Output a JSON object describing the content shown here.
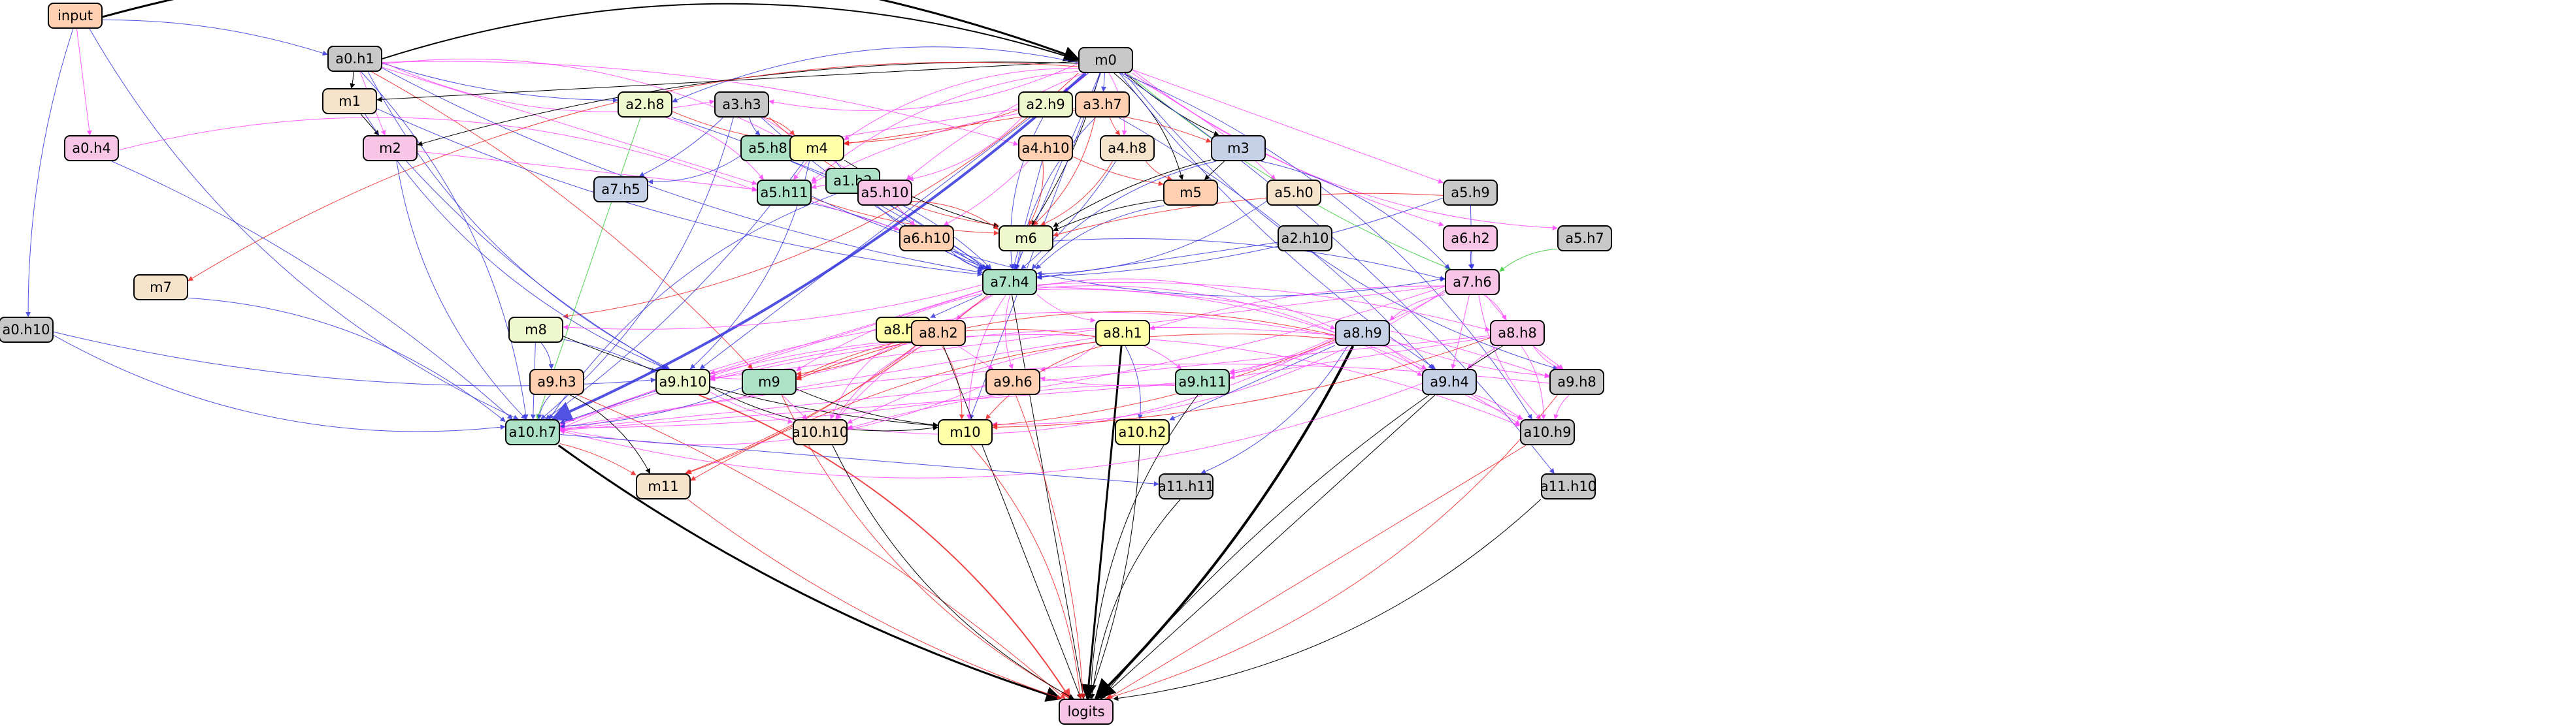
{
  "colors": {
    "orange": "#ffd1b2",
    "gray": "#c8c8c8",
    "pink": "#f7c6e6",
    "cream": "#f5e3cc",
    "yellow": "#ffffaa",
    "lightgreen": "#eef8cc",
    "green": "#ade2c6",
    "blue": "#c6d0e6",
    "edge_blue": "#3333dd",
    "edge_pink": "#ff44ff",
    "edge_red": "#ee2222",
    "edge_green": "#33cc33",
    "edge_black": "#000000"
  },
  "nodes": [
    {
      "id": "input",
      "label": "input",
      "color": "orange"
    },
    {
      "id": "a0h1",
      "label": "a0.h1",
      "color": "gray"
    },
    {
      "id": "m0",
      "label": "m0",
      "color": "gray"
    },
    {
      "id": "a0h4",
      "label": "a0.h4",
      "color": "pink"
    },
    {
      "id": "m1",
      "label": "m1",
      "color": "cream"
    },
    {
      "id": "a2h8",
      "label": "a2.h8",
      "color": "lightgreen"
    },
    {
      "id": "a3h3",
      "label": "a3.h3",
      "color": "gray"
    },
    {
      "id": "a2h9",
      "label": "a2.h9",
      "color": "lightgreen"
    },
    {
      "id": "a3h7",
      "label": "a3.h7",
      "color": "orange"
    },
    {
      "id": "m2",
      "label": "m2",
      "color": "pink"
    },
    {
      "id": "a5h8",
      "label": "a5.h8",
      "color": "green"
    },
    {
      "id": "m4",
      "label": "m4",
      "color": "yellow"
    },
    {
      "id": "a1h2",
      "label": "a1.h2",
      "color": "green"
    },
    {
      "id": "a4h10",
      "label": "a4.h10",
      "color": "orange"
    },
    {
      "id": "a4h8",
      "label": "a4.h8",
      "color": "cream"
    },
    {
      "id": "m3",
      "label": "m3",
      "color": "blue"
    },
    {
      "id": "a7h5",
      "label": "a7.h5",
      "color": "blue"
    },
    {
      "id": "a5h11",
      "label": "a5.h11",
      "color": "green"
    },
    {
      "id": "a5h10",
      "label": "a5.h10",
      "color": "pink"
    },
    {
      "id": "m5",
      "label": "m5",
      "color": "orange"
    },
    {
      "id": "a5h0",
      "label": "a5.h0",
      "color": "cream"
    },
    {
      "id": "a5h9",
      "label": "a5.h9",
      "color": "gray"
    },
    {
      "id": "a6h10",
      "label": "a6.h10",
      "color": "orange"
    },
    {
      "id": "m6",
      "label": "m6",
      "color": "lightgreen"
    },
    {
      "id": "a2h10",
      "label": "a2.h10",
      "color": "gray"
    },
    {
      "id": "a6h2",
      "label": "a6.h2",
      "color": "pink"
    },
    {
      "id": "a5h7",
      "label": "a5.h7",
      "color": "gray"
    },
    {
      "id": "m7",
      "label": "m7",
      "color": "cream"
    },
    {
      "id": "a7h4",
      "label": "a7.h4",
      "color": "green"
    },
    {
      "id": "a7h6",
      "label": "a7.h6",
      "color": "pink"
    },
    {
      "id": "a0h10",
      "label": "a0.h10",
      "color": "gray"
    },
    {
      "id": "m8",
      "label": "m8",
      "color": "lightgreen"
    },
    {
      "id": "a8h3",
      "label": "a8.h3",
      "color": "yellow"
    },
    {
      "id": "a8h2",
      "label": "a8.h2",
      "color": "orange"
    },
    {
      "id": "a8h1",
      "label": "a8.h1",
      "color": "yellow"
    },
    {
      "id": "a8h9",
      "label": "a8.h9",
      "color": "blue"
    },
    {
      "id": "a8h8",
      "label": "a8.h8",
      "color": "pink"
    },
    {
      "id": "a9h3",
      "label": "a9.h3",
      "color": "orange"
    },
    {
      "id": "a9h10",
      "label": "a9.h10",
      "color": "lightgreen"
    },
    {
      "id": "m9",
      "label": "m9",
      "color": "green"
    },
    {
      "id": "a9h6",
      "label": "a9.h6",
      "color": "orange"
    },
    {
      "id": "a9h11",
      "label": "a9.h11",
      "color": "green"
    },
    {
      "id": "a9h4",
      "label": "a9.h4",
      "color": "blue"
    },
    {
      "id": "a9h8",
      "label": "a9.h8",
      "color": "gray"
    },
    {
      "id": "a10h7",
      "label": "a10.h7",
      "color": "green"
    },
    {
      "id": "a10h10",
      "label": "a10.h10",
      "color": "cream"
    },
    {
      "id": "m10",
      "label": "m10",
      "color": "yellow"
    },
    {
      "id": "a10h2",
      "label": "a10.h2",
      "color": "yellow"
    },
    {
      "id": "a10h9",
      "label": "a10.h9",
      "color": "gray"
    },
    {
      "id": "m11",
      "label": "m11",
      "color": "cream"
    },
    {
      "id": "a11h11",
      "label": "a11.h11",
      "color": "gray"
    },
    {
      "id": "a11h10",
      "label": "a11.h10",
      "color": "gray"
    },
    {
      "id": "logits",
      "label": "logits",
      "color": "pink"
    }
  ],
  "edges": [
    [
      "input",
      "m0",
      "edge_black",
      3
    ],
    [
      "input",
      "a0h1",
      "edge_blue",
      1
    ],
    [
      "input",
      "a0h4",
      "edge_pink",
      1
    ],
    [
      "input",
      "a0h10",
      "edge_blue",
      1
    ],
    [
      "input",
      "a10h7",
      "edge_blue",
      1
    ],
    [
      "a0h1",
      "m0",
      "edge_black",
      2
    ],
    [
      "a0h1",
      "m1",
      "edge_black",
      1
    ],
    [
      "a0h1",
      "m2",
      "edge_pink",
      1
    ],
    [
      "a0h1",
      "a2h8",
      "edge_blue",
      1
    ],
    [
      "a0h1",
      "a3h3",
      "edge_pink",
      1
    ],
    [
      "a0h1",
      "m4",
      "edge_pink",
      1
    ],
    [
      "a0h1",
      "a4h10",
      "edge_pink",
      1
    ],
    [
      "a0h1",
      "a5h11",
      "edge_pink",
      1
    ],
    [
      "a0h1",
      "a7h4",
      "edge_blue",
      1
    ],
    [
      "a0h1",
      "a9h10",
      "edge_blue",
      1
    ],
    [
      "a0h1",
      "a10h7",
      "edge_blue",
      1
    ],
    [
      "a0h1",
      "m9",
      "edge_red",
      1
    ],
    [
      "m0",
      "m1",
      "edge_black",
      1
    ],
    [
      "m0",
      "m2",
      "edge_black",
      1
    ],
    [
      "m0",
      "a2h8",
      "edge_blue",
      1
    ],
    [
      "m0",
      "a3h3",
      "edge_pink",
      1
    ],
    [
      "m0",
      "a2h9",
      "edge_pink",
      1
    ],
    [
      "m0",
      "a3h7",
      "edge_blue",
      1
    ],
    [
      "m0",
      "m3",
      "edge_black",
      1
    ],
    [
      "m0",
      "m4",
      "edge_pink",
      1
    ],
    [
      "m0",
      "a4h8",
      "edge_pink",
      1
    ],
    [
      "m0",
      "a5h0",
      "edge_pink",
      1
    ],
    [
      "m0",
      "a5h9",
      "edge_pink",
      1
    ],
    [
      "m0",
      "a6h2",
      "edge_pink",
      1
    ],
    [
      "m0",
      "a5h7",
      "edge_pink",
      1
    ],
    [
      "m0",
      "m5",
      "edge_black",
      1
    ],
    [
      "m0",
      "m6",
      "edge_black",
      1
    ],
    [
      "m0",
      "a7h4",
      "edge_blue",
      1
    ],
    [
      "m0",
      "a7h6",
      "edge_green",
      1
    ],
    [
      "m0",
      "m7",
      "edge_red",
      1
    ],
    [
      "m0",
      "m8",
      "edge_red",
      1
    ],
    [
      "m0",
      "a10h7",
      "edge_blue",
      4
    ],
    [
      "m0",
      "a9h10",
      "edge_blue",
      1
    ],
    [
      "m0",
      "a9h4",
      "edge_blue",
      1
    ],
    [
      "m0",
      "a9h8",
      "edge_blue",
      1
    ],
    [
      "m0",
      "a10h9",
      "edge_blue",
      1
    ],
    [
      "m0",
      "a11h10",
      "edge_blue",
      1
    ],
    [
      "m0",
      "m10",
      "edge_blue",
      1
    ],
    [
      "m0",
      "a5h10",
      "edge_pink",
      1
    ],
    [
      "m0",
      "a5h11",
      "edge_pink",
      1
    ],
    [
      "a0h4",
      "a5h11",
      "edge_pink",
      1
    ],
    [
      "a0h4",
      "a10h7",
      "edge_blue",
      1
    ],
    [
      "m1",
      "m2",
      "edge_black",
      1
    ],
    [
      "m1",
      "a7h4",
      "edge_blue",
      1
    ],
    [
      "m1",
      "a9h10",
      "edge_blue",
      1
    ],
    [
      "a2h8",
      "a5h11",
      "edge_pink",
      1
    ],
    [
      "a2h8",
      "a7h4",
      "edge_blue",
      1
    ],
    [
      "a2h8",
      "a10h7",
      "edge_green",
      1
    ],
    [
      "a2h8",
      "m4",
      "edge_red",
      1
    ],
    [
      "a3h3",
      "a5h8",
      "edge_blue",
      1
    ],
    [
      "a3h3",
      "m4",
      "edge_red",
      1
    ],
    [
      "a3h3",
      "a7h5",
      "edge_blue",
      1
    ],
    [
      "a3h3",
      "a5h10",
      "edge_pink",
      1
    ],
    [
      "a3h3",
      "a7h4",
      "edge_blue",
      1
    ],
    [
      "a3h3",
      "m6",
      "edge_red",
      1
    ],
    [
      "a3h3",
      "a10h7",
      "edge_blue",
      1
    ],
    [
      "a2h9",
      "m4",
      "edge_red",
      1
    ],
    [
      "a2h9",
      "a5h8",
      "edge_pink",
      1
    ],
    [
      "a2h9",
      "a5h11",
      "edge_pink",
      1
    ],
    [
      "a2h9",
      "a7h4",
      "edge_blue",
      1
    ],
    [
      "a2h9",
      "a5h10",
      "edge_pink",
      1
    ],
    [
      "a2h9",
      "m3",
      "edge_red",
      1
    ],
    [
      "a3h7",
      "m4",
      "edge_red",
      1
    ],
    [
      "a3h7",
      "a4h8",
      "edge_red",
      1
    ],
    [
      "a3h7",
      "a7h4",
      "edge_blue",
      1
    ],
    [
      "a3h7",
      "m6",
      "edge_red",
      1
    ],
    [
      "a3h7",
      "a9h4",
      "edge_blue",
      1
    ],
    [
      "m2",
      "a5h11",
      "edge_pink",
      1
    ],
    [
      "m2",
      "a9h10",
      "edge_blue",
      1
    ],
    [
      "m2",
      "a10h7",
      "edge_blue",
      1
    ],
    [
      "a5h8",
      "a7h5",
      "edge_blue",
      1
    ],
    [
      "a5h8",
      "a7h4",
      "edge_blue",
      1
    ],
    [
      "m4",
      "a5h11",
      "edge_pink",
      1
    ],
    [
      "m4",
      "m6",
      "edge_black",
      1
    ],
    [
      "m4",
      "a7h4",
      "edge_blue",
      1
    ],
    [
      "m4",
      "a9h10",
      "edge_blue",
      1
    ],
    [
      "m4",
      "a10h7",
      "edge_blue",
      1
    ],
    [
      "a1h2",
      "a7h4",
      "edge_blue",
      1
    ],
    [
      "a1h2",
      "a5h11",
      "edge_pink",
      1
    ],
    [
      "a1h2",
      "a10h7",
      "edge_blue",
      1
    ],
    [
      "a4h10",
      "m6",
      "edge_red",
      1
    ],
    [
      "a4h10",
      "a6h10",
      "edge_pink",
      1
    ],
    [
      "a4h10",
      "a7h4",
      "edge_blue",
      1
    ],
    [
      "a4h10",
      "m5",
      "edge_red",
      1
    ],
    [
      "a4h8",
      "m5",
      "edge_red",
      1
    ],
    [
      "a4h8",
      "m6",
      "edge_red",
      1
    ],
    [
      "a4h8",
      "a7h4",
      "edge_blue",
      1
    ],
    [
      "m3",
      "m5",
      "edge_black",
      1
    ],
    [
      "m3",
      "m6",
      "edge_black",
      1
    ],
    [
      "m3",
      "a7h4",
      "edge_blue",
      1
    ],
    [
      "m3",
      "a7h6",
      "edge_blue",
      1
    ],
    [
      "a5h11",
      "a7h4",
      "edge_blue",
      1
    ],
    [
      "a5h11",
      "a6h10",
      "edge_pink",
      1
    ],
    [
      "a5h11",
      "m6",
      "edge_red",
      1
    ],
    [
      "a5h11",
      "a7h6",
      "edge_blue",
      1
    ],
    [
      "a5h10",
      "m6",
      "edge_red",
      1
    ],
    [
      "a5h10",
      "a7h4",
      "edge_blue",
      1
    ],
    [
      "a5h10",
      "a6h10",
      "edge_pink",
      1
    ],
    [
      "m5",
      "m6",
      "edge_black",
      1
    ],
    [
      "m5",
      "a7h4",
      "edge_blue",
      1
    ],
    [
      "a5h0",
      "a7h4",
      "edge_blue",
      1
    ],
    [
      "a5h9",
      "a7h4",
      "edge_blue",
      1
    ],
    [
      "a5h9",
      "a7h6",
      "edge_blue",
      1
    ],
    [
      "a5h9",
      "m6",
      "edge_red",
      1
    ],
    [
      "a6h10",
      "a7h4",
      "edge_blue",
      1
    ],
    [
      "m6",
      "a7h4",
      "edge_blue",
      1
    ],
    [
      "m6",
      "a7h6",
      "edge_blue",
      1
    ],
    [
      "a2h10",
      "a7h4",
      "edge_blue",
      1
    ],
    [
      "a6h2",
      "a7h6",
      "edge_blue",
      1
    ],
    [
      "a5h7",
      "a7h6",
      "edge_green",
      1
    ],
    [
      "m7",
      "a10h7",
      "edge_blue",
      1
    ],
    [
      "a7h4",
      "m8",
      "edge_pink",
      1
    ],
    [
      "a7h4",
      "a8h3",
      "edge_blue",
      1
    ],
    [
      "a7h4",
      "a8h2",
      "edge_pink",
      1
    ],
    [
      "a7h4",
      "a8h1",
      "edge_pink",
      1
    ],
    [
      "a7h4",
      "a8h9",
      "edge_pink",
      1
    ],
    [
      "a7h4",
      "a8h8",
      "edge_pink",
      1
    ],
    [
      "a7h4",
      "a9h10",
      "edge_pink",
      1
    ],
    [
      "a7h4",
      "m9",
      "edge_pink",
      1
    ],
    [
      "a7h4",
      "a9h6",
      "edge_pink",
      1
    ],
    [
      "a7h4",
      "a9h4",
      "edge_pink",
      1
    ],
    [
      "a7h4",
      "a9h8",
      "edge_pink",
      1
    ],
    [
      "a7h4",
      "a10h7",
      "edge_pink",
      1
    ],
    [
      "a7h4",
      "a10h10",
      "edge_pink",
      1
    ],
    [
      "a7h4",
      "m10",
      "edge_pink",
      1
    ],
    [
      "a7h4",
      "a10h9",
      "edge_pink",
      1
    ],
    [
      "a7h4",
      "m11",
      "edge_red",
      1
    ],
    [
      "a7h4",
      "logits",
      "edge_black",
      1
    ],
    [
      "a7h6",
      "a8h1",
      "edge_pink",
      1
    ],
    [
      "a7h6",
      "a8h9",
      "edge_pink",
      1
    ],
    [
      "a7h6",
      "a8h8",
      "edge_pink",
      1
    ],
    [
      "a7h6",
      "a9h11",
      "edge_pink",
      1
    ],
    [
      "a7h6",
      "a9h4",
      "edge_pink",
      1
    ],
    [
      "a7h6",
      "a9h8",
      "edge_pink",
      1
    ],
    [
      "a7h6",
      "a10h9",
      "edge_pink",
      1
    ],
    [
      "a7h6",
      "m10",
      "edge_pink",
      1
    ],
    [
      "a7h6",
      "a10h7",
      "edge_pink",
      1
    ],
    [
      "a7h6",
      "a9h10",
      "edge_pink",
      1
    ],
    [
      "a0h10",
      "a9h10",
      "edge_blue",
      1
    ],
    [
      "a0h10",
      "a10h7",
      "edge_blue",
      1
    ],
    [
      "m8",
      "a9h3",
      "edge_blue",
      1
    ],
    [
      "m8",
      "a9h10",
      "edge_blue",
      1
    ],
    [
      "m8",
      "a10h7",
      "edge_blue",
      1
    ],
    [
      "m8",
      "m10",
      "edge_black",
      1
    ],
    [
      "a8h3",
      "a10h10",
      "edge_pink",
      1
    ],
    [
      "a8h2",
      "a9h10",
      "edge_pink",
      1
    ],
    [
      "a8h2",
      "m9",
      "edge_red",
      1
    ],
    [
      "a8h2",
      "a9h6",
      "edge_pink",
      1
    ],
    [
      "a8h2",
      "a10h7",
      "edge_pink",
      1
    ],
    [
      "a8h2",
      "a10h10",
      "edge_pink",
      1
    ],
    [
      "a8h2",
      "m10",
      "edge_red",
      1
    ],
    [
      "a8h2",
      "m11",
      "edge_red",
      1
    ],
    [
      "a8h2",
      "logits",
      "edge_black",
      1
    ],
    [
      "a8h1",
      "a9h10",
      "edge_pink",
      1
    ],
    [
      "a8h1",
      "m9",
      "edge_red",
      1
    ],
    [
      "a8h1",
      "a9h6",
      "edge_pink",
      1
    ],
    [
      "a8h1",
      "a9h11",
      "edge_pink",
      1
    ],
    [
      "a8h1",
      "a10h7",
      "edge_pink",
      1
    ],
    [
      "a8h1",
      "a10h10",
      "edge_pink",
      1
    ],
    [
      "a8h1",
      "m10",
      "edge_red",
      1
    ],
    [
      "a8h1",
      "a10h2",
      "edge_blue",
      1
    ],
    [
      "a8h1",
      "a10h9",
      "edge_pink",
      1
    ],
    [
      "a8h1",
      "logits",
      "edge_black",
      3
    ],
    [
      "a8h9",
      "a9h10",
      "edge_pink",
      1
    ],
    [
      "a8h9",
      "m9",
      "edge_red",
      1
    ],
    [
      "a8h9",
      "a9h6",
      "edge_pink",
      1
    ],
    [
      "a8h9",
      "a9h11",
      "edge_pink",
      1
    ],
    [
      "a8h9",
      "a9h4",
      "edge_pink",
      1
    ],
    [
      "a8h9",
      "a9h8",
      "edge_pink",
      1
    ],
    [
      "a8h9",
      "a10h7",
      "edge_pink",
      1
    ],
    [
      "a8h9",
      "a10h10",
      "edge_pink",
      1
    ],
    [
      "a8h9",
      "m10",
      "edge_red",
      1
    ],
    [
      "a8h9",
      "a10h2",
      "edge_blue",
      1
    ],
    [
      "a8h9",
      "a10h9",
      "edge_pink",
      1
    ],
    [
      "a8h9",
      "m11",
      "edge_red",
      1
    ],
    [
      "a8h9",
      "a11h11",
      "edge_blue",
      1
    ],
    [
      "a8h9",
      "logits",
      "edge_black",
      4
    ],
    [
      "a8h8",
      "a9h11",
      "edge_pink",
      1
    ],
    [
      "a8h8",
      "a9h4",
      "edge_pink",
      1
    ],
    [
      "a8h8",
      "a9h8",
      "edge_pink",
      1
    ],
    [
      "a8h8",
      "a10h9",
      "edge_pink",
      1
    ],
    [
      "a8h8",
      "m10",
      "edge_red",
      1
    ],
    [
      "a8h8",
      "a10h7",
      "edge_pink",
      1
    ],
    [
      "a8h8",
      "logits",
      "edge_black",
      1
    ],
    [
      "a9h3",
      "a10h7",
      "edge_blue",
      1
    ],
    [
      "a9h3",
      "m11",
      "edge_black",
      1
    ],
    [
      "a9h3",
      "logits",
      "edge_red",
      1
    ],
    [
      "a9h10",
      "a10h7",
      "edge_blue",
      1
    ],
    [
      "a9h10",
      "a10h10",
      "edge_pink",
      1
    ],
    [
      "a9h10",
      "m10",
      "edge_black",
      1
    ],
    [
      "a9h10",
      "logits",
      "edge_red",
      2
    ],
    [
      "m9",
      "a10h7",
      "edge_blue",
      1
    ],
    [
      "m9",
      "a10h10",
      "edge_pink",
      1
    ],
    [
      "m9",
      "m10",
      "edge_black",
      1
    ],
    [
      "m9",
      "logits",
      "edge_red",
      1
    ],
    [
      "a9h6",
      "a10h7",
      "edge_pink",
      1
    ],
    [
      "a9h6",
      "logits",
      "edge_red",
      1
    ],
    [
      "a9h11",
      "a10h7",
      "edge_pink",
      1
    ],
    [
      "a9h11",
      "a10h10",
      "edge_pink",
      1
    ],
    [
      "a9h11",
      "logits",
      "edge_black",
      1
    ],
    [
      "a9h4",
      "a10h7",
      "edge_pink",
      1
    ],
    [
      "a9h4",
      "a10h9",
      "edge_pink",
      1
    ],
    [
      "a9h4",
      "logits",
      "edge_black",
      1
    ],
    [
      "a9h8",
      "a10h7",
      "edge_pink",
      1
    ],
    [
      "a9h8",
      "a10h9",
      "edge_pink",
      1
    ],
    [
      "a9h8",
      "logits",
      "edge_red",
      1
    ],
    [
      "a10h7",
      "m11",
      "edge_red",
      1
    ],
    [
      "a10h7",
      "a11h11",
      "edge_blue",
      1
    ],
    [
      "a10h7",
      "logits",
      "edge_black",
      3
    ],
    [
      "a10h10",
      "logits",
      "edge_black",
      1
    ],
    [
      "m10",
      "logits",
      "edge_red",
      1
    ],
    [
      "a10h2",
      "logits",
      "edge_black",
      1
    ],
    [
      "a10h9",
      "logits",
      "edge_red",
      1
    ],
    [
      "m11",
      "logits",
      "edge_red",
      1
    ],
    [
      "a11h11",
      "logits",
      "edge_black",
      1
    ],
    [
      "a11h10",
      "logits",
      "edge_black",
      1
    ]
  ]
}
